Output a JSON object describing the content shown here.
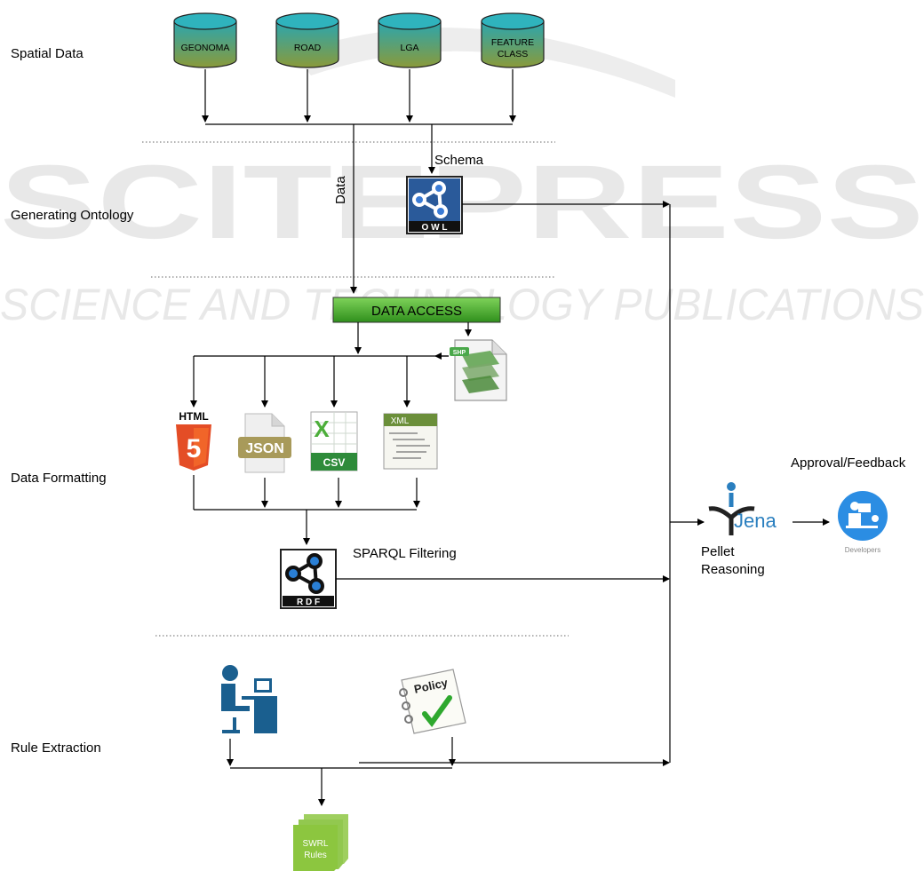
{
  "stages": {
    "spatial_data": "Spatial Data",
    "generating_ontology": "Generating Ontology",
    "data_formatting": "Data Formatting",
    "rule_extraction": "Rule Extraction"
  },
  "databases": [
    "GEONOMA",
    "ROAD",
    "LGA",
    "FEATURE",
    "CLASS"
  ],
  "labels": {
    "schema": "Schema",
    "data": "Data",
    "data_access": "DATA ACCESS",
    "sparql_filtering": "SPARQL Filtering",
    "pellet": "Pellet",
    "reasoning": "Reasoning",
    "approval_feedback": "Approval/Feedback",
    "developers": "Developers"
  },
  "icons": {
    "owl": {
      "text": "O W L"
    },
    "rdf": {
      "text": "R D F"
    },
    "shp": {
      "tag": "SHP"
    },
    "html5": {
      "tag": "HTML",
      "glyph": "5"
    },
    "json": {
      "text": "JSON"
    },
    "csv": {
      "glyph": "X",
      "text": "CSV"
    },
    "xml": {
      "text": "XML"
    },
    "policy": {
      "text": "Policy"
    },
    "swrl": {
      "line1": "SWRL",
      "line2": "Rules"
    },
    "jena": {
      "text": "Jena"
    }
  },
  "watermark": {
    "line1": "SCITEPRESS",
    "line2": "SCIENCE AND TECHNOLOGY PUBLICATIONS"
  },
  "colors": {
    "db_top": "#2aa6b0",
    "db_bottom": "#7a9a3a",
    "data_access": "#4ea82e",
    "swrl": "#8cc63f",
    "html5": "#e44d26",
    "jena": "#2a7fbf",
    "developers": "#2b8de3",
    "arrow": "#000000"
  }
}
